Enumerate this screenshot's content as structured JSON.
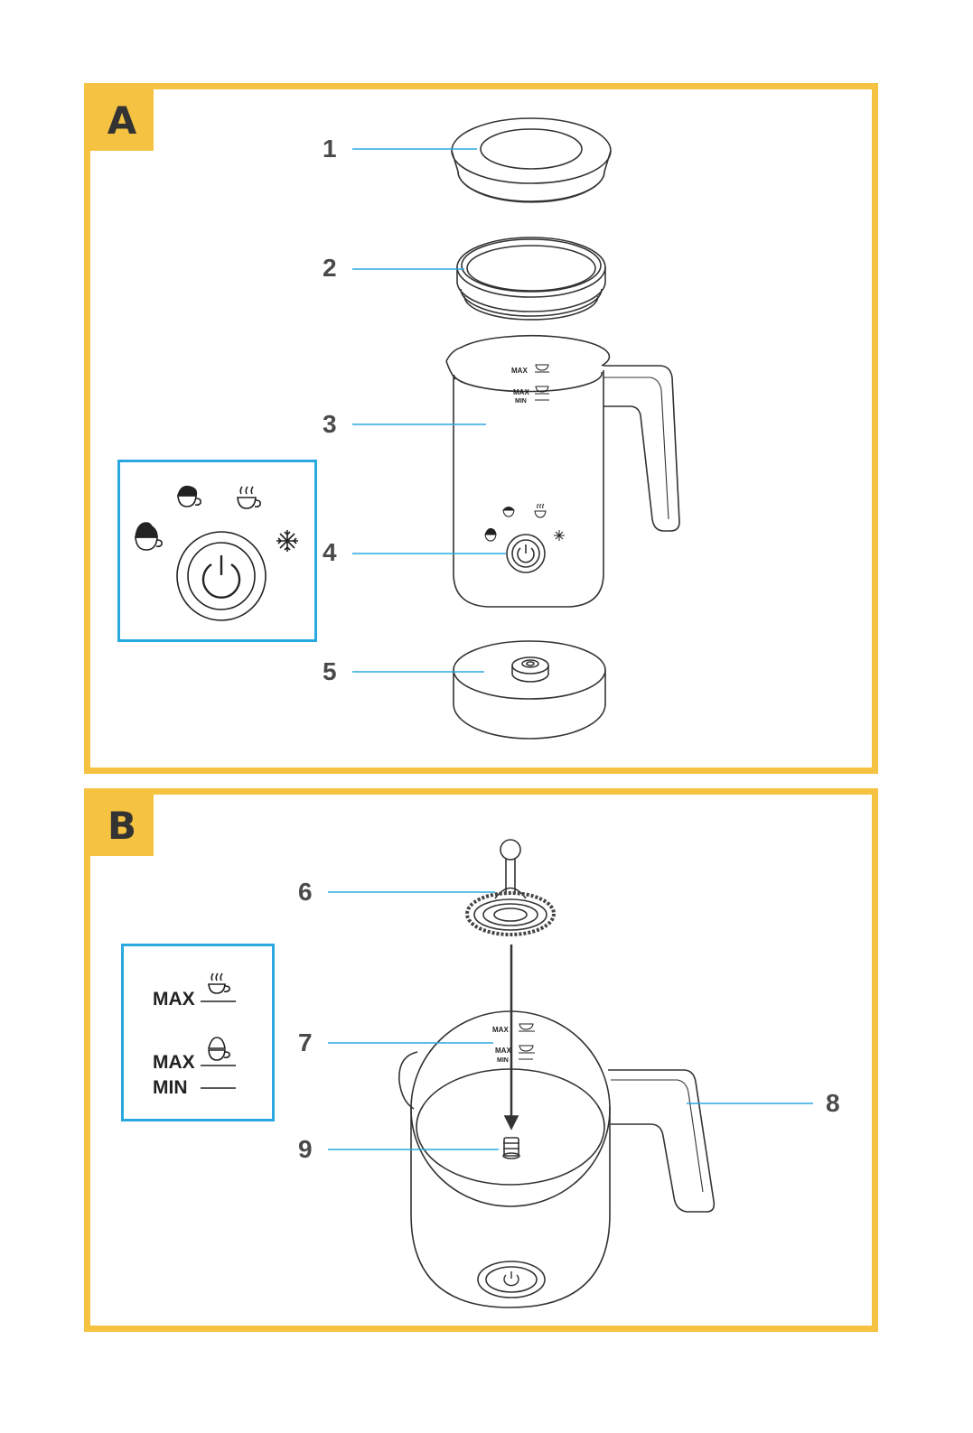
{
  "panels": {
    "a": {
      "tag": "A"
    },
    "b": {
      "tag": "B"
    }
  },
  "callouts": [
    "1",
    "2",
    "3",
    "4",
    "5",
    "6",
    "7",
    "8",
    "9"
  ],
  "parts": [
    "lid",
    "lid-seal",
    "jug",
    "control-panel",
    "base",
    "whisk",
    "fill-markings",
    "handle",
    "magnetic-spindle"
  ],
  "markings": {
    "max": "MAX",
    "min": "MIN"
  },
  "icons": [
    "cappuccino-foam-icon",
    "latte-foam-icon",
    "hot-milk-icon",
    "cold-foam-snowflake-icon",
    "power-icon"
  ],
  "colors": {
    "panel_frame": "#f5c242",
    "inset_frame": "#29a9df",
    "leader_line": "#29a9df",
    "callout_text": "#4a4a4a"
  }
}
